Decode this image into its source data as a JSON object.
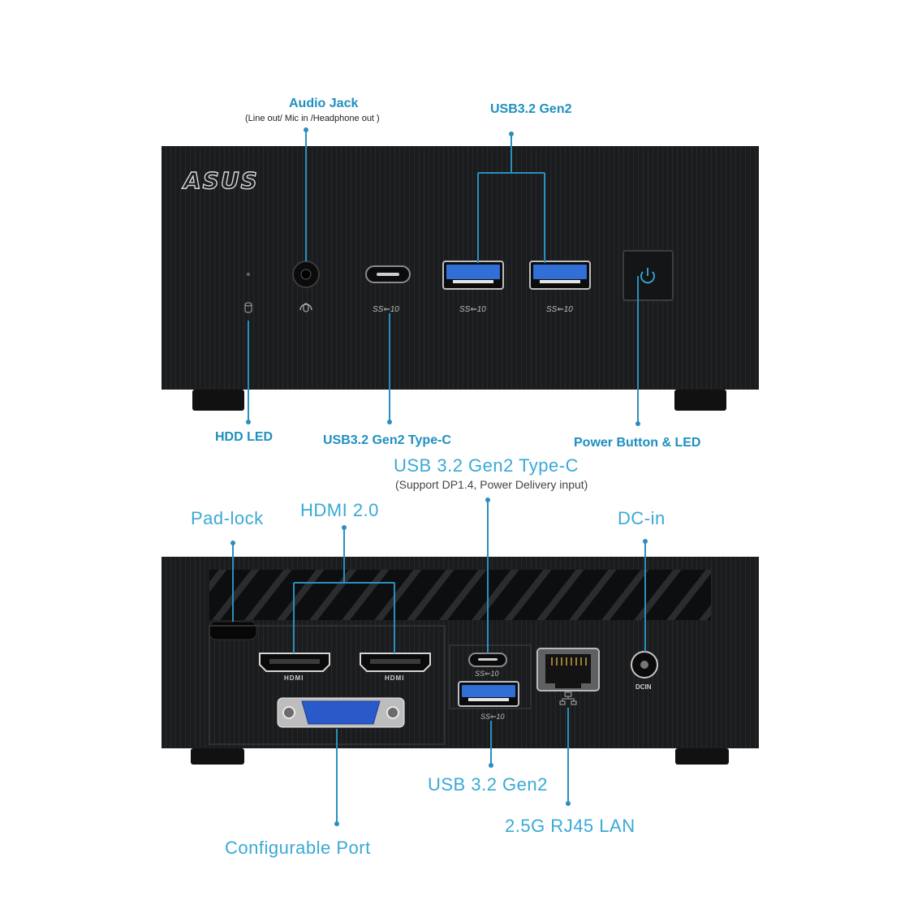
{
  "brand": "ASUS",
  "front": {
    "labels": {
      "audio_jack": "Audio Jack",
      "audio_jack_sub": "(Line out/ Mic in /Headphone out )",
      "usb_gen2": "USB3.2 Gen2",
      "hdd_led": "HDD LED",
      "usb_typec": "USB3.2 Gen2 Type-C",
      "power": "Power Button & LED"
    },
    "port_marks": {
      "ss10": "SS⇐10"
    }
  },
  "rear": {
    "labels": {
      "usb_typec": "USB 3.2 Gen2 Type-C",
      "usb_typec_sub": "(Support DP1.4, Power Delivery input)",
      "padlock": "Pad-lock",
      "hdmi": "HDMI 2.0",
      "dcin": "DC-in",
      "usb_gen2": "USB 3.2 Gen2",
      "lan": "2.5G RJ45 LAN",
      "config_port": "Configurable Port"
    },
    "port_marks": {
      "hdmi": "HDMI",
      "dcin": "DCIN"
    }
  },
  "colors": {
    "accent": "#1f8fc0",
    "accent_light": "#3aa9d6",
    "device": "#1b1c1e",
    "usb_blue": "#2f6fd6",
    "vga_blue": "#2a59c9"
  }
}
